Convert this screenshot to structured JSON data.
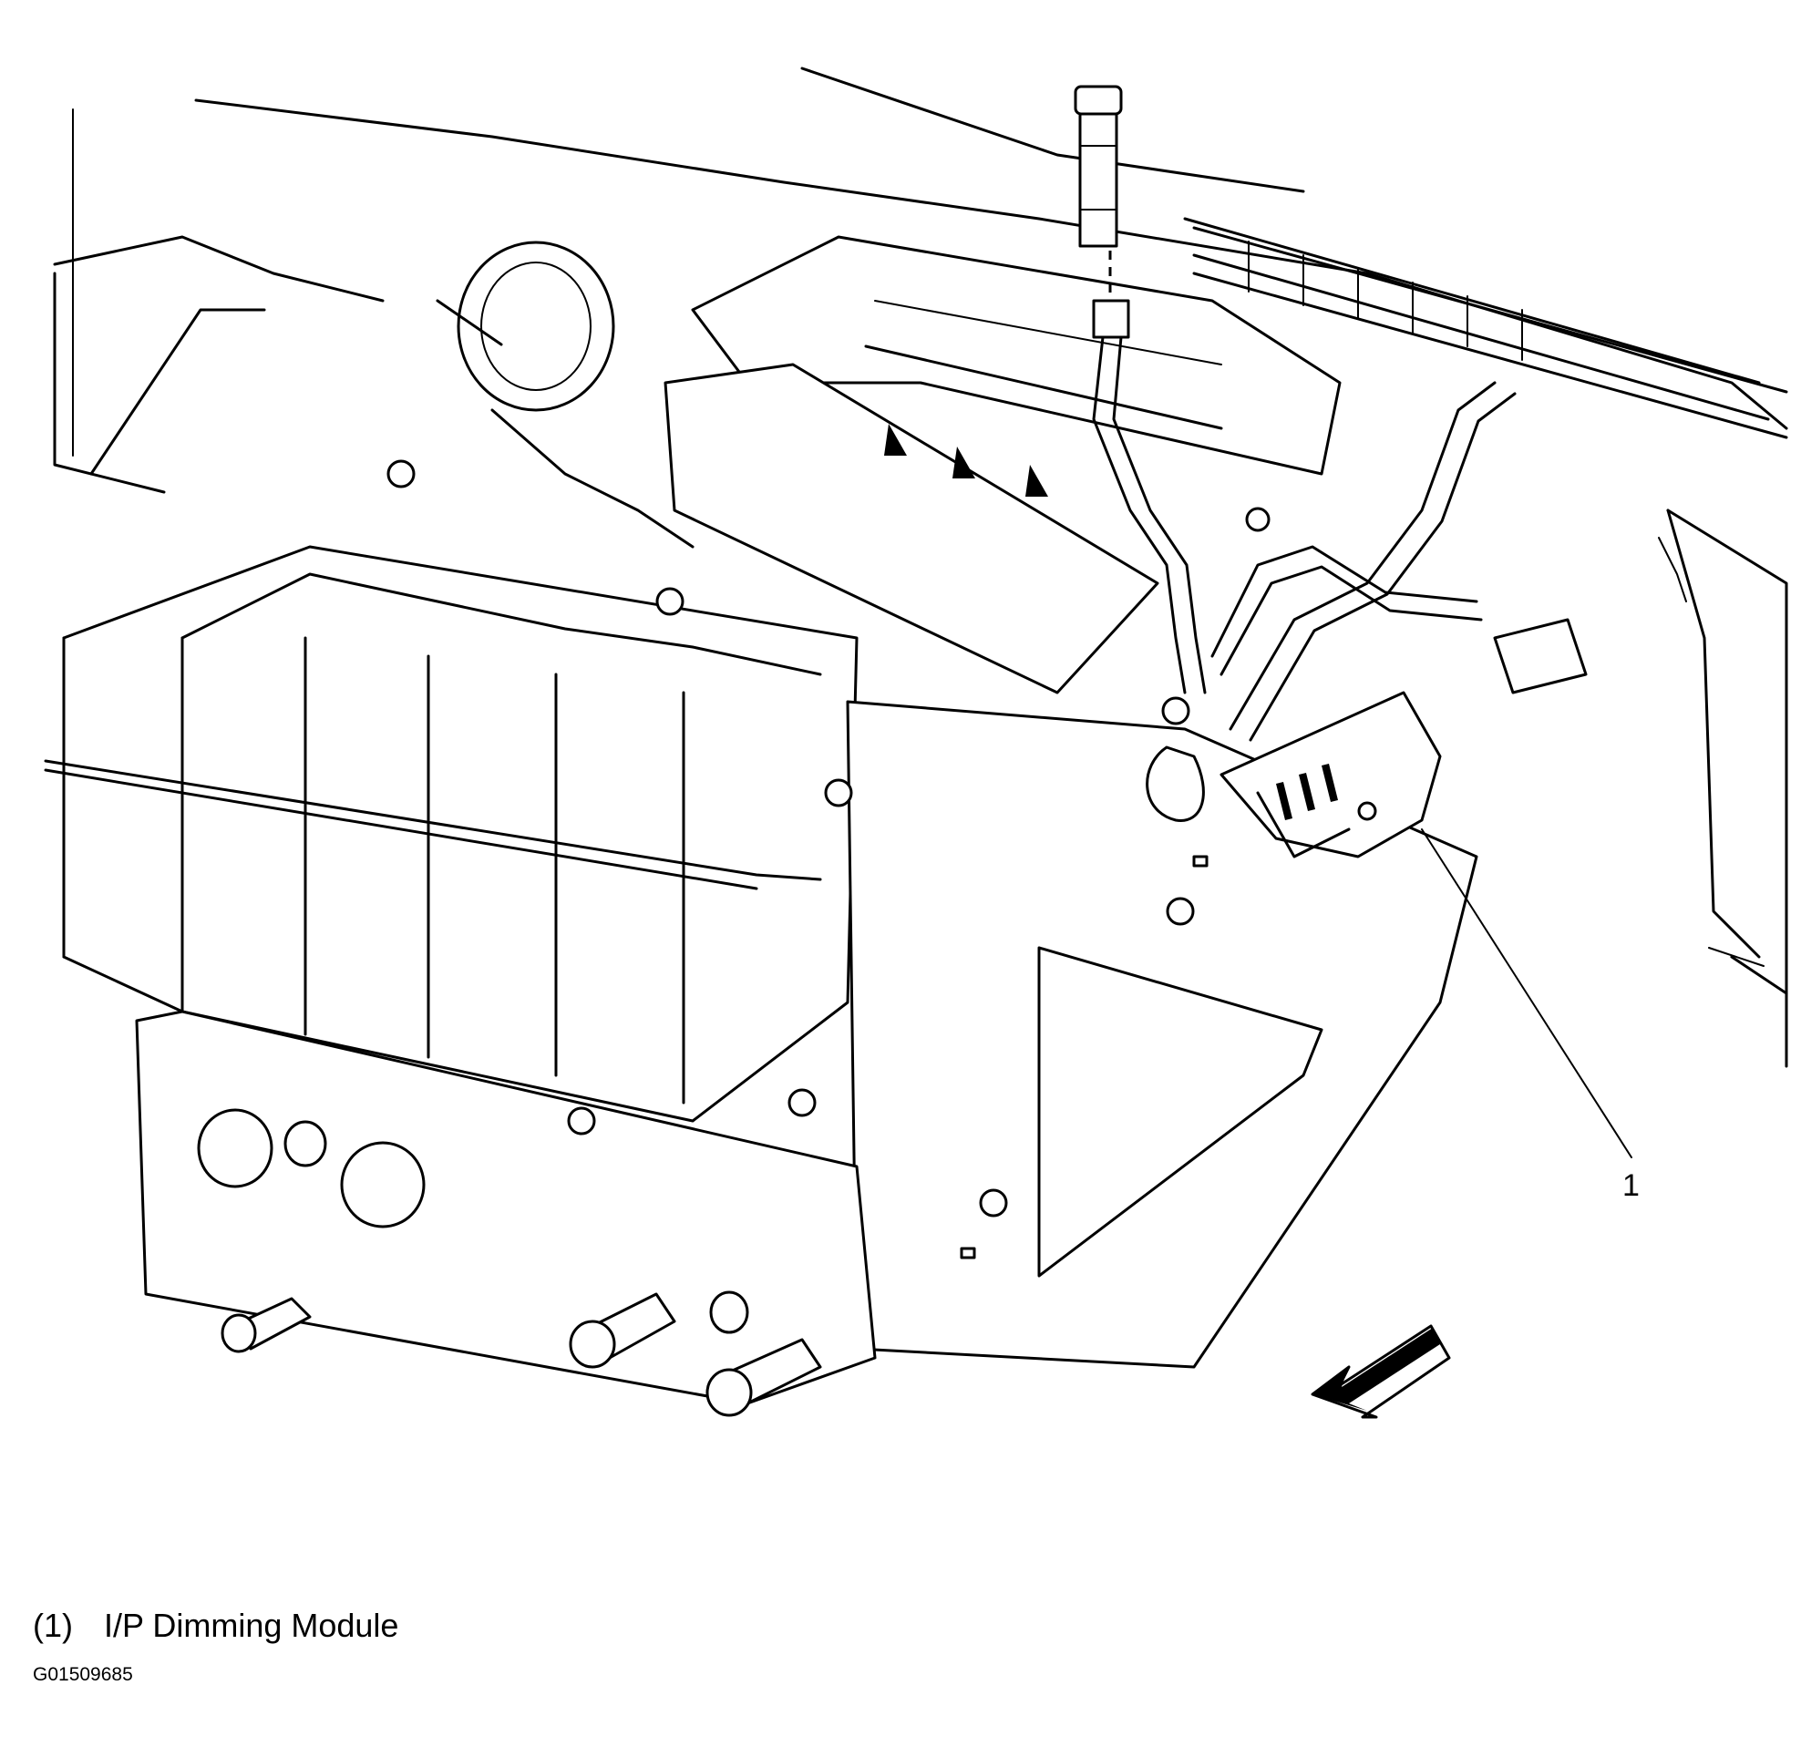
{
  "callouts": [
    {
      "number": "1",
      "label": "I/P Dimming Module"
    }
  ],
  "legend": {
    "number": "(1)",
    "label": "I/P Dimming Module"
  },
  "figure_id": "G01509685"
}
